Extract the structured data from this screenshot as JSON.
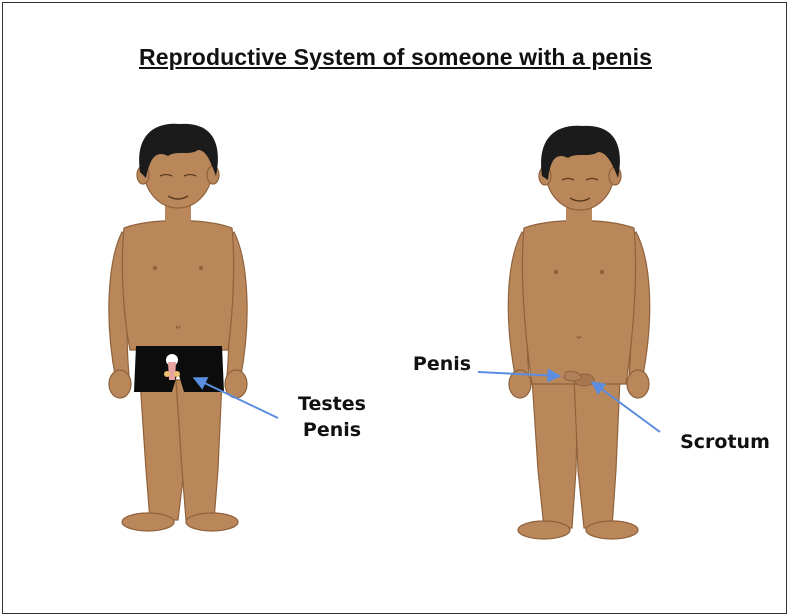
{
  "title": "Reproductive System of someone with a penis",
  "left_figure": {
    "labels": {
      "line1": "Testes",
      "line2": "Penis"
    }
  },
  "right_figure": {
    "labels": {
      "penis": "Penis",
      "scrotum": "Scrotum"
    }
  },
  "colors": {
    "skin": "#b9875a",
    "skin_shade": "#8f623c",
    "hair": "#1b1b1b",
    "shorts": "#0c0c0c",
    "arrow": "#5b8ee0",
    "organ_pink": "#e9a3a0"
  }
}
